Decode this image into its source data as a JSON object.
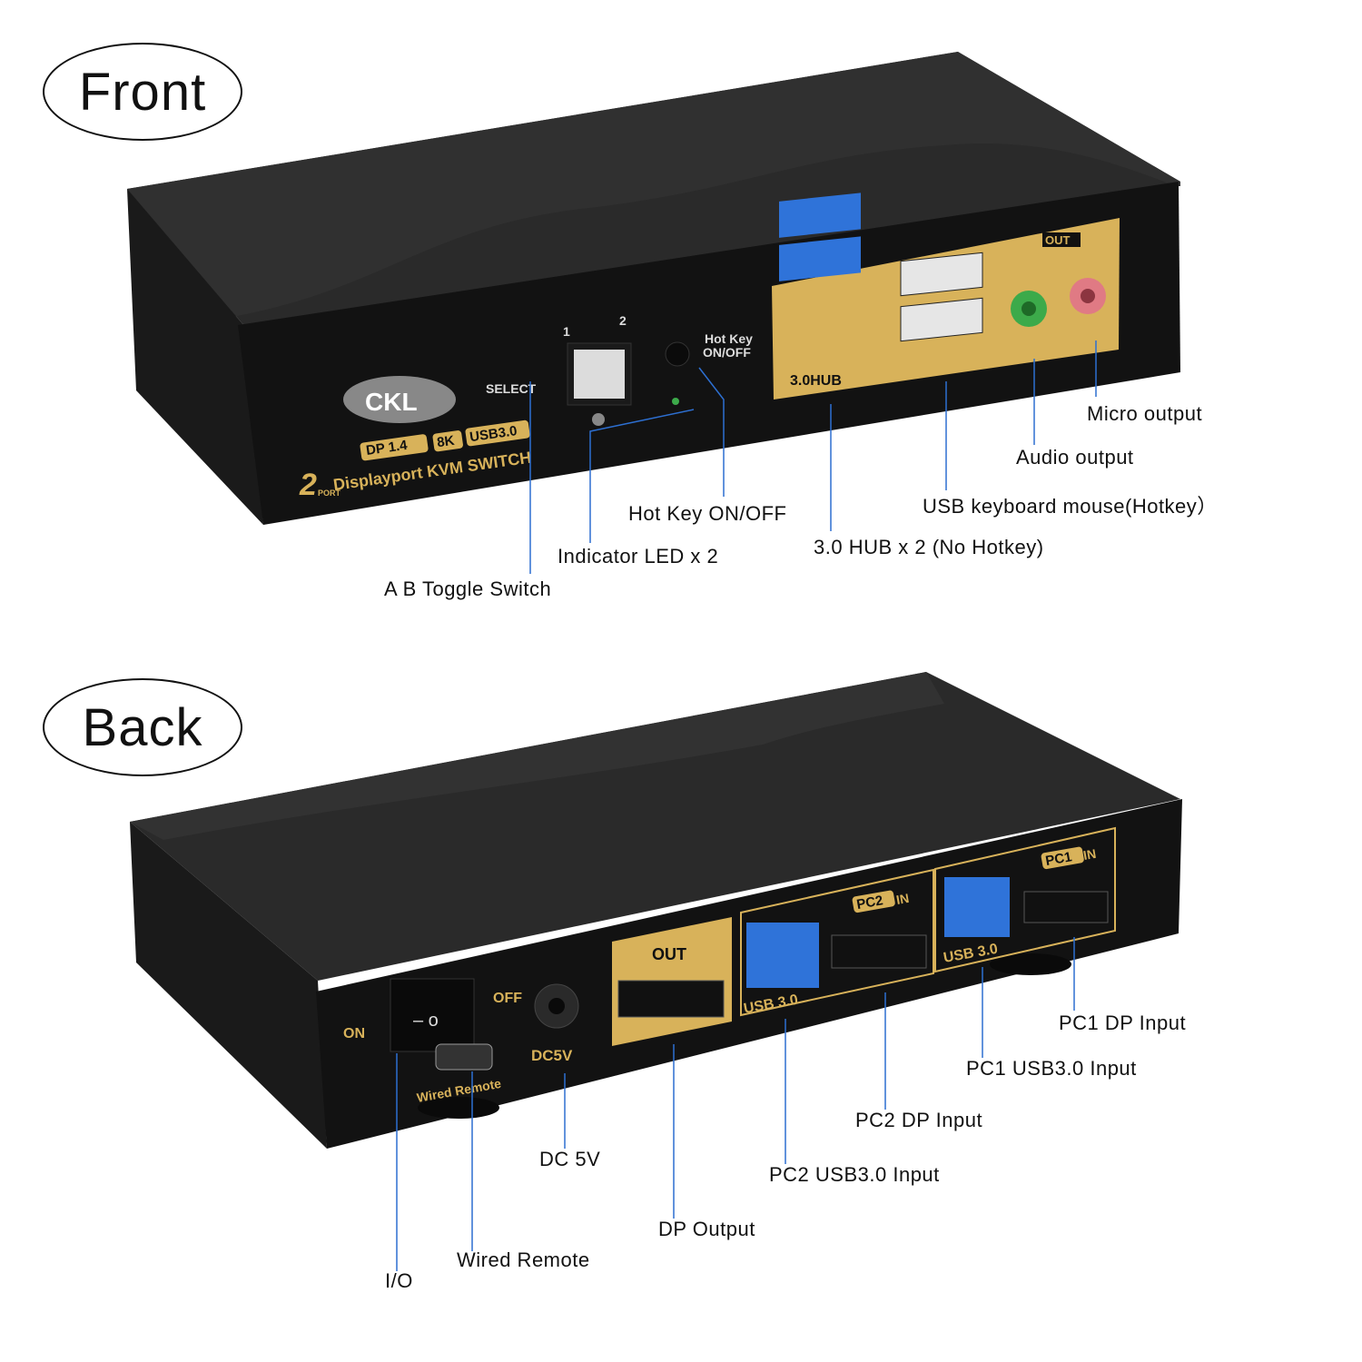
{
  "front": {
    "badge": "Front",
    "device": {
      "brand_logo": "CKL",
      "select_label": "SELECT",
      "port_1": "1",
      "port_2": "2",
      "hotkey_label_line1": "Hot Key",
      "hotkey_label_line2": "ON/OFF",
      "spec_dp": "DP 1.4",
      "spec_8k": "8K",
      "spec_usb": "USB3.0",
      "model_line": "Displayport KVM SWITCH",
      "port_count": "2",
      "port_word": "PORT",
      "hub_label": "3.0HUB",
      "out_label": "OUT"
    },
    "callouts": {
      "toggle": "A B Toggle Switch",
      "led": "Indicator LED x 2",
      "hotkey": "Hot Key ON/OFF",
      "hub": "3.0 HUB x 2 (No Hotkey)",
      "kbm": "USB keyboard mouse(Hotkey）",
      "audio": "Audio output",
      "micro": "Micro output"
    }
  },
  "back": {
    "badge": "Back",
    "device": {
      "on_label": "ON",
      "off_label": "OFF",
      "dc_label": "DC5V",
      "remote_label": "Wired Remote",
      "out_label": "OUT",
      "pc2_tag": "PC2",
      "pc1_tag": "PC1",
      "in_label": "IN",
      "usb_left": "USB 3.0",
      "usb_right": "USB 3.0"
    },
    "callouts": {
      "io": "I/O",
      "remote": "Wired Remote",
      "dc": "DC 5V",
      "dp_out": "DP Output",
      "pc2_usb": "PC2 USB3.0 Input",
      "pc2_dp": "PC2 DP Input",
      "pc1_usb": "PC1 USB3.0 Input",
      "pc1_dp": "PC1 DP Input"
    }
  },
  "colors": {
    "body": "#1c1c1c",
    "body_face": "#111111",
    "gold": "#d8b25a",
    "usb_blue": "#2f73d9",
    "leader_blue": "#2d6fd1",
    "audio_green": "#3caa4a",
    "mic_pink": "#e07a84"
  }
}
